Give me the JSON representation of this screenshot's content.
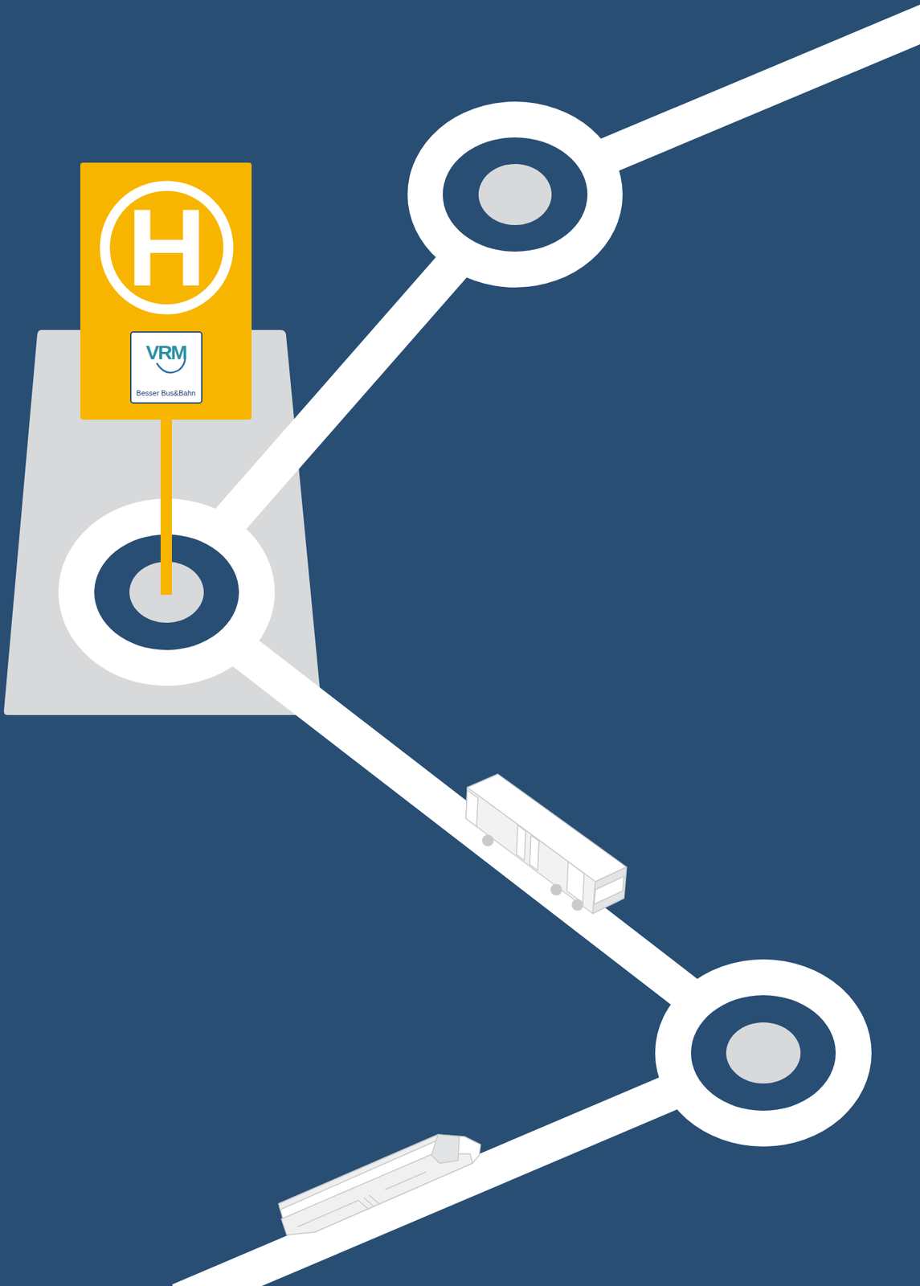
{
  "diagram": {
    "nodes": [
      {
        "text": [
          "H"
        ]
      },
      {
        "text": [
          "VRM",
          "Besser Bus&Bahn"
        ],
        "in": 0
      }
    ]
  }
}
